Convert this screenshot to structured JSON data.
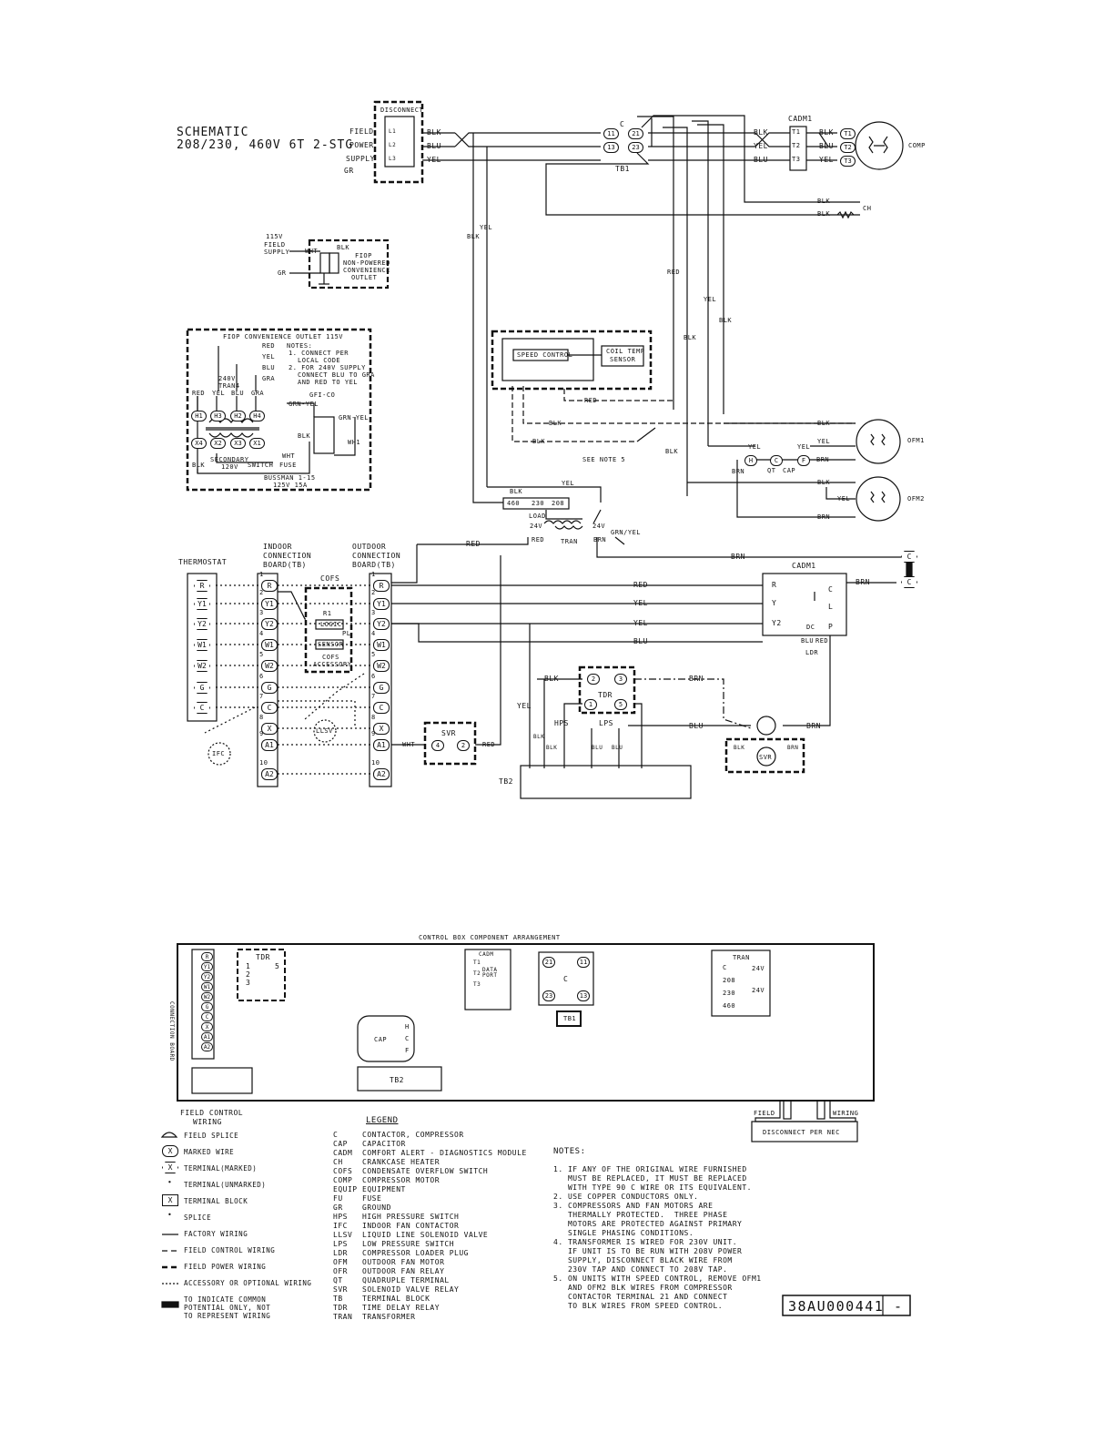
{
  "schematic": {
    "title_line1": "SCHEMATIC",
    "title_line2": "208/230, 460V 6T 2-STG"
  },
  "power_supply": {
    "disconnect": "DISCONNECT",
    "field": "FIELD",
    "power": "POWER",
    "supply": "SUPPLY",
    "gr": "GR",
    "terminals": [
      "L1",
      "L2",
      "L3"
    ],
    "wires": [
      "BLK",
      "BLU",
      "YEL"
    ]
  },
  "contactor": {
    "label": "C",
    "tb1": "TB1",
    "terminals": [
      "11",
      "21",
      "13",
      "23"
    ]
  },
  "cadm1_top": {
    "label": "CADM1",
    "in": [
      "BLK",
      "YEL",
      "BLU"
    ],
    "terms": [
      "T1",
      "T2",
      "T3"
    ],
    "out": [
      "BLK",
      "BLU",
      "YEL"
    ],
    "comp_terms": [
      "T1",
      "T2",
      "T3"
    ],
    "comp": "COMP"
  },
  "crankcase": {
    "wires": [
      "BLK",
      "BLK"
    ],
    "label": "CH"
  },
  "outlet_115": {
    "field": "115V",
    "field2": "FIELD",
    "supply": "SUPPLY",
    "wht": "WHT",
    "blk": "BLK",
    "gr": "GR",
    "fiop": "FIOP",
    "line2": "NON-POWERED",
    "line3": "CONVENIENCE",
    "line4": "OUTLET"
  },
  "fiop_box": {
    "title": "FIOP CONVENIENCE OUTLET 115V",
    "wires": [
      "RED",
      "YEL",
      "BLU",
      "GRA"
    ],
    "notes_title": "NOTES:",
    "notes": [
      "1. CONNECT PER",
      "LOCAL CODE",
      "2. FOR 240V SUPPLY",
      "CONNECT BLU TO GRA",
      "AND RED TO YEL"
    ],
    "tran_label1": "240V",
    "tran_label2": "TRAN4",
    "top_colors": [
      "RED",
      "YEL",
      "BLU",
      "GRA"
    ],
    "h_terms": [
      "H1",
      "H3",
      "H2",
      "H4"
    ],
    "x_terms": [
      "X4",
      "X2",
      "X3",
      "X1"
    ],
    "gfi": "GFI-CO",
    "grn_yel": "GRN-YEL",
    "grn_yel2": "GRN-YEL",
    "blk": "BLK",
    "wht": "WHT",
    "blk2": "BLK",
    "wh1": "WH1",
    "secondary": "SECONDARY",
    "secondary_v": "120V",
    "switch": "SWITCH",
    "fuse": "FUSE",
    "bussman": "BUSSMAN 1-15",
    "bussman2": "125V 15A",
    "blk_bottom": "BLK"
  },
  "speed_control": {
    "label": "SPEED CONTROL",
    "sensor1": "COIL TEMP",
    "sensor2": "SENSOR"
  },
  "mid_wires": {
    "yel": "YEL",
    "blk": "BLK",
    "red": "RED",
    "yel2": "YEL",
    "blk2": "BLK",
    "blk3": "BLK",
    "red2": "RED",
    "blk4": "BLK",
    "blk5": "BLK",
    "see_note": "SEE NOTE 5",
    "blk6": "BLK",
    "yel3": "YEL",
    "blk7": "BLK"
  },
  "fans": {
    "ofm1": "OFM1",
    "ofm2": "OFM2",
    "blk": "BLK",
    "yel": "YEL",
    "yel2": "YEL",
    "brn": "BRN",
    "blk2": "BLK",
    "yel3": "YEL",
    "brn2": "BRN",
    "h": "H",
    "c": "C",
    "f": "F",
    "qt": "QT",
    "cap": "CAP",
    "brn3": "BRN"
  },
  "transformer": {
    "taps": [
      "460",
      "230",
      "208"
    ],
    "load": "LOAD",
    "v24": "24V",
    "v24b": "24V",
    "tran": "TRAN",
    "red": "RED",
    "brn": "BRN",
    "grn_yel": "GRN/YEL",
    "red_wire": "RED",
    "brn_wire": "BRN"
  },
  "thermostat": {
    "label": "THERMOSTAT",
    "terms": [
      "R",
      "Y1",
      "Y2",
      "W1",
      "W2",
      "G",
      "C"
    ]
  },
  "indoor_board": {
    "label1": "INDOOR",
    "label2": "CONNECTION",
    "label3": "BOARD(TB)",
    "nums": [
      "1",
      "2",
      "3",
      "4",
      "5",
      "6",
      "7",
      "8",
      "9",
      "10"
    ],
    "terms": [
      "R",
      "Y1",
      "Y2",
      "W1",
      "W2",
      "G",
      "C",
      "X",
      "A1",
      "A2"
    ]
  },
  "outdoor_board": {
    "label1": "OUTDOOR",
    "label2": "CONNECTION",
    "label3": "BOARD(TB)",
    "nums": [
      "1",
      "2",
      "3",
      "4",
      "5",
      "6",
      "7",
      "8",
      "9",
      "10"
    ],
    "terms": [
      "R",
      "Y1",
      "Y2",
      "W1",
      "W2",
      "G",
      "C",
      "X",
      "A1",
      "A2"
    ]
  },
  "cofs": {
    "label": "COFS",
    "r1": "R1",
    "logic": "LOGIC",
    "pl": "PL",
    "sensor": "SENSOR",
    "acc1": "COFS",
    "acc2": "ACCESSORY",
    "llsv": "LLSV",
    "ifc": "IFC"
  },
  "cadm1_low": {
    "label": "CADM1",
    "brn": "BRN",
    "r": "R",
    "y": "Y",
    "y2": "Y2",
    "c": "C",
    "l": "L",
    "p": "P",
    "dc": "DC",
    "blu": "BLU",
    "red": "RED",
    "ldr": "LDR",
    "c_term": "C",
    "c_term2": "C"
  },
  "low_wires": {
    "red": "RED",
    "yel": "YEL",
    "yel2": "YEL",
    "blu": "BLU",
    "blk": "BLK",
    "brn": "BRN",
    "yel3": "YEL",
    "blu2": "BLU",
    "brn2": "BRN",
    "wht": "WHT",
    "red2": "RED"
  },
  "tdr_low": {
    "label": "TDR",
    "t2": "2",
    "t3": "3",
    "t1": "1",
    "t5": "5"
  },
  "switches": {
    "hps": "HPS",
    "lps": "LPS",
    "blk": "BLK",
    "blk2": "BLK",
    "blu": "BLU",
    "blu2": "BLU"
  },
  "svr": {
    "label": "SVR",
    "t4": "4",
    "t2": "2",
    "svr2": "SVR",
    "blk": "BLK",
    "brn": "BRN"
  },
  "tb2": {
    "label": "TB2"
  },
  "control_box": {
    "title": "CONTROL BOX COMPONENT ARRANGEMENT",
    "tdr": "TDR",
    "tdr_nums": [
      "1",
      "2",
      "3",
      "5"
    ],
    "cadm": "CADM",
    "cadm_text1": "DATA",
    "cadm_text2": "PORT",
    "cap": "CAP",
    "cap_terms": [
      "H",
      "C",
      "F"
    ],
    "tb2": "TB2",
    "contactor_terms": [
      "21",
      "11",
      "23",
      "13"
    ],
    "contactor_c": "C",
    "tb1": "TB1",
    "tran": "TRAN",
    "tran_taps": [
      "C",
      "208",
      "230",
      "460"
    ],
    "tran_v": [
      "24V",
      "24V"
    ],
    "board_label": "CONNECTION BOARD",
    "board_terms": [
      "R",
      "Y1",
      "Y2",
      "W1",
      "W2",
      "G",
      "C",
      "X",
      "A1",
      "A2"
    ],
    "cadm_terms": [
      "T1",
      "T2",
      "T3"
    ]
  },
  "field": {
    "field": "FIELD",
    "wiring": "WIRING",
    "disconnect": "DISCONNECT PER NEC"
  },
  "symbols": {
    "title1": "FIELD CONTROL",
    "title2": "WIRING",
    "items": [
      "FIELD SPLICE",
      "MARKED WIRE",
      "TERMINAL(MARKED)",
      "TERMINAL(UNMARKED)",
      "TERMINAL BLOCK",
      "SPLICE",
      "FACTORY WIRING",
      "FIELD CONTROL WIRING",
      "FIELD POWER WIRING",
      "ACCESSORY OR OPTIONAL WIRING",
      "TO INDICATE COMMON",
      "POTENTIAL ONLY, NOT",
      "TO REPRESENT WIRING"
    ],
    "marked_x": "X",
    "terminal_x": "X",
    "block_x": "X"
  },
  "legend": {
    "title": "LEGEND",
    "entries": [
      [
        "C",
        "CONTACTOR, COMPRESSOR"
      ],
      [
        "CAP",
        "CAPACITOR"
      ],
      [
        "CADM",
        "COMFORT ALERT - DIAGNOSTICS MODULE"
      ],
      [
        "CH",
        "CRANKCASE HEATER"
      ],
      [
        "COFS",
        "CONDENSATE OVERFLOW SWITCH"
      ],
      [
        "COMP",
        "COMPRESSOR MOTOR"
      ],
      [
        "EQUIP",
        "EQUIPMENT"
      ],
      [
        "FU",
        "FUSE"
      ],
      [
        "GR",
        "GROUND"
      ],
      [
        "HPS",
        "HIGH PRESSURE SWITCH"
      ],
      [
        "IFC",
        "INDOOR FAN CONTACTOR"
      ],
      [
        "LLSV",
        "LIQUID LINE SOLENOID VALVE"
      ],
      [
        "LPS",
        "LOW PRESSURE SWITCH"
      ],
      [
        "LDR",
        "COMPRESSOR LOADER PLUG"
      ],
      [
        "OFM",
        "OUTDOOR FAN MOTOR"
      ],
      [
        "OFR",
        "OUTDOOR FAN RELAY"
      ],
      [
        "QT",
        "QUADRUPLE TERMINAL"
      ],
      [
        "SVR",
        "SOLENOID VALVE RELAY"
      ],
      [
        "TB",
        "TERMINAL BLOCK"
      ],
      [
        "TDR",
        "TIME DELAY RELAY"
      ],
      [
        "TRAN",
        "TRANSFORMER"
      ]
    ]
  },
  "notes": {
    "title": "NOTES:",
    "lines": [
      "1. IF ANY OF THE ORIGINAL WIRE FURNISHED",
      "   MUST BE REPLACED, IT MUST BE REPLACED",
      "   WITH TYPE 90 C WIRE OR ITS EQUIVALENT.",
      "2. USE COPPER CONDUCTORS ONLY.",
      "3. COMPRESSORS AND FAN MOTORS ARE",
      "   THERMALLY PROTECTED.  THREE PHASE",
      "   MOTORS ARE PROTECTED AGAINST PRIMARY",
      "   SINGLE PHASING CONDITIONS.",
      "4. TRANSFORMER IS WIRED FOR 230V UNIT.",
      "   IF UNIT IS TO BE RUN WITH 208V POWER",
      "   SUPPLY, DISCONNECT BLACK WIRE FROM",
      "   230V TAP AND CONNECT TO 208V TAP.",
      "5. ON UNITS WITH SPEED CONTROL, REMOVE OFM1",
      "   AND OFM2 BLK WIRES FROM COMPRESSOR",
      "   CONTACTOR TERMINAL 21 AND CONNECT",
      "   TO BLK WIRES FROM SPEED CONTROL."
    ]
  },
  "drawing_number": {
    "number": "38AU000441",
    "rev": "-"
  }
}
